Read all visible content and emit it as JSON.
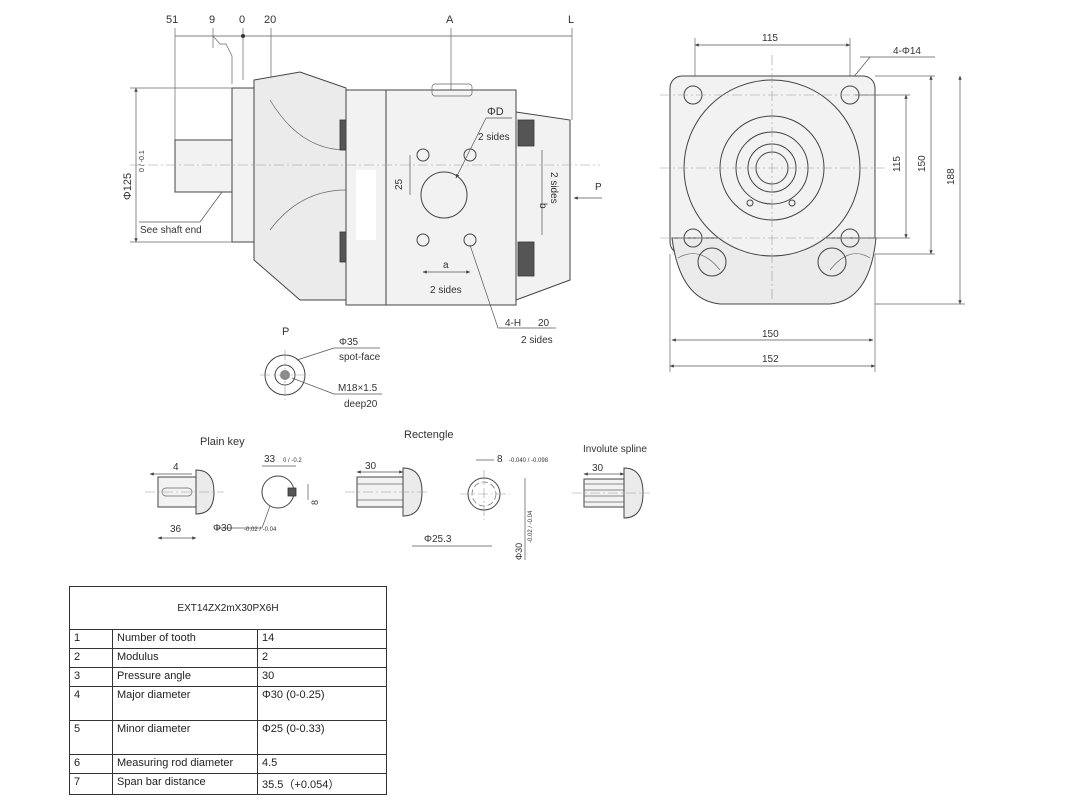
{
  "side_view": {
    "top_dims": [
      "51",
      "9",
      "0",
      "20",
      "A",
      "L"
    ],
    "flange_dia_label": "Φ125",
    "flange_dia_tol": "0 / -0.1",
    "shaft_note": "See shaft end",
    "port_dia_label": "ΦD",
    "port_dia_note": "2 sides",
    "dim_25": "25",
    "dim_b": "b",
    "dim_b_note": "2 sides",
    "dim_a": "a",
    "dim_a_note": "2 sides",
    "thread_label": "4-H",
    "thread_depth": "20",
    "thread_note": "2 sides",
    "port_arrow_label": "P"
  },
  "front_view": {
    "dim_top": "115",
    "hole_label": "4-Φ14",
    "dim_115v": "115",
    "dim_150v": "150",
    "dim_188v": "188",
    "dim_150h": "150",
    "dim_152h": "152"
  },
  "port_detail": {
    "label": "P",
    "spotface_dia": "Φ35",
    "spotface_note": "spot-face",
    "thread": "M18×1.5",
    "thread_depth": "deep20"
  },
  "shaft_ends": {
    "plain_key": {
      "title": "Plain  key",
      "dim_4": "4",
      "dim_36": "36",
      "dim_33": "33",
      "dim_33_tol": "0 / -0.2",
      "dim_8": "8",
      "dim_30": "Φ30",
      "dim_30_tol": "-0.02 / -0.04"
    },
    "rectangle": {
      "title": "Rectengle",
      "dim_30": "30",
      "dim_8": "8",
      "dim_8_tol": "-0.040 / -0.098",
      "dim_25_3": "Φ25.3",
      "dim_30v": "Φ30",
      "dim_30v_tol": "-0.02 / -0.04"
    },
    "involute": {
      "title": "Involute spline",
      "dim_30": "30"
    }
  },
  "spline_table": {
    "title": "EXT14ZX2mX30PX6H",
    "rows": [
      {
        "no": "1",
        "name": "Number of tooth",
        "value": "14"
      },
      {
        "no": "2",
        "name": "Modulus",
        "value": "2"
      },
      {
        "no": "3",
        "name": "Pressure angle",
        "value": "30"
      },
      {
        "no": "4",
        "name": "Major diameter",
        "value": "Φ30 (0-0.25)"
      },
      {
        "no": "5",
        "name": "Minor diameter",
        "value": "Φ25 (0-0.33)"
      },
      {
        "no": "6",
        "name": "Measuring rod diameter",
        "value": "4.5"
      },
      {
        "no": "7",
        "name": "Span bar distance",
        "value": "35.5（+0.054）"
      }
    ]
  }
}
